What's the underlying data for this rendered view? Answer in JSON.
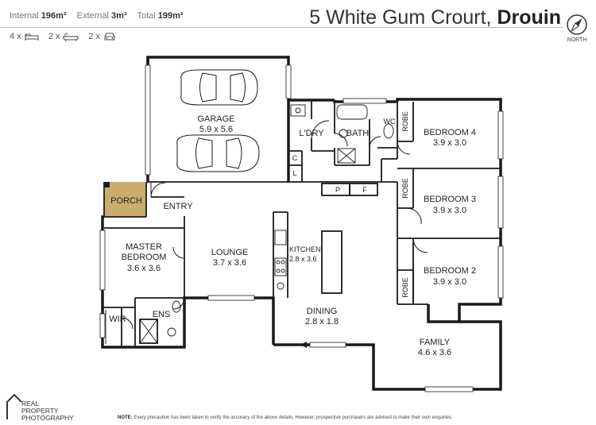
{
  "header": {
    "internal_label": "Internal",
    "internal_value": "196m²",
    "external_label": "External",
    "external_value": "3m²",
    "total_label": "Total",
    "total_value": "199m²",
    "address": "5 White Gum Crourt,",
    "suburb": "Drouin",
    "north_label": "NORTH",
    "bed_count": "4 x",
    "bath_count": "2 x",
    "car_count": "2 x",
    "icons": [
      "bed-icon",
      "bath-icon",
      "car-icon",
      "compass-icon"
    ]
  },
  "rooms": {
    "garage": {
      "name": "GARAGE",
      "dims": "5.9 x 5.6"
    },
    "laundry": {
      "name": "L'DRY"
    },
    "bath": {
      "name": "BATH"
    },
    "wc": {
      "name": "WC"
    },
    "bedroom4": {
      "name": "BEDROOM 4",
      "dims": "3.9 x 3.0"
    },
    "bedroom3": {
      "name": "BEDROOM 3",
      "dims": "3.9 x 3.0"
    },
    "bedroom2": {
      "name": "BEDROOM 2",
      "dims": "3.9 x 3.0"
    },
    "porch": {
      "name": "PORCH"
    },
    "entry": {
      "name": "ENTRY"
    },
    "master": {
      "name1": "MASTER",
      "name2": "BEDROOM",
      "dims": "3.6 x 3.6"
    },
    "lounge": {
      "name": "LOUNGE",
      "dims": "3.7 x 3.6"
    },
    "kitchen": {
      "name": "KITCHEN",
      "dims": "2.8 x 3.6"
    },
    "dining": {
      "name": "DINING",
      "dims": "2.8 x 1.8"
    },
    "family": {
      "name": "FAMILY",
      "dims": "4.6 x 3.6"
    },
    "wir": {
      "name": "WIR"
    },
    "ens": {
      "name": "ENS"
    }
  },
  "fixtures": {
    "robe": "ROBE",
    "cupboard_c": "C",
    "cupboard_l": "L",
    "pantry": "P",
    "fridge": "F"
  },
  "colors": {
    "wall": "#1a1a1a",
    "porch_fill": "#c8ad6c"
  },
  "footer": {
    "brand_line1": "REAL",
    "brand_line2": "PROPERTY",
    "brand_line3": "PHOTOGRAPHY",
    "note_label": "NOTE:",
    "note_text": "Every precaution has been taken to verify the accuracy of the above details. However, prospective purchasers are advised to make their own enquiries."
  }
}
